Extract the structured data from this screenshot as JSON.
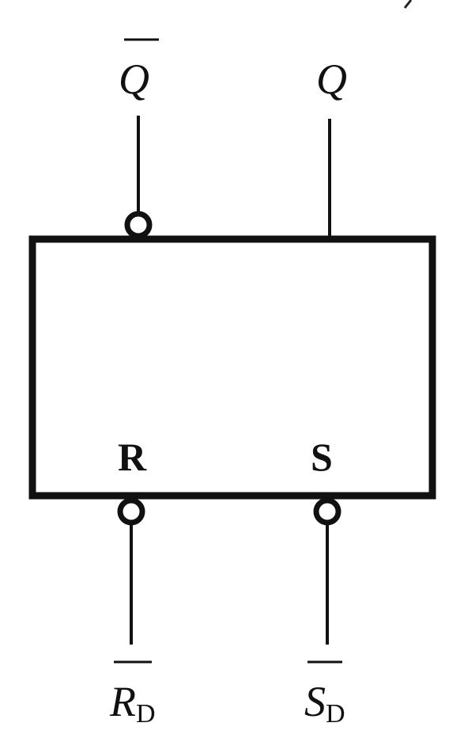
{
  "diagram": {
    "outputs": {
      "q_bar": {
        "symbol": "Q",
        "inverted": true
      },
      "q": {
        "symbol": "Q",
        "inverted": false
      }
    },
    "inputs": {
      "reset": {
        "pin_label": "R",
        "signal_symbol": "R",
        "signal_subscript": "D",
        "inverted": true
      },
      "set": {
        "pin_label": "S",
        "signal_symbol": "S",
        "signal_subscript": "D",
        "inverted": true
      }
    }
  }
}
